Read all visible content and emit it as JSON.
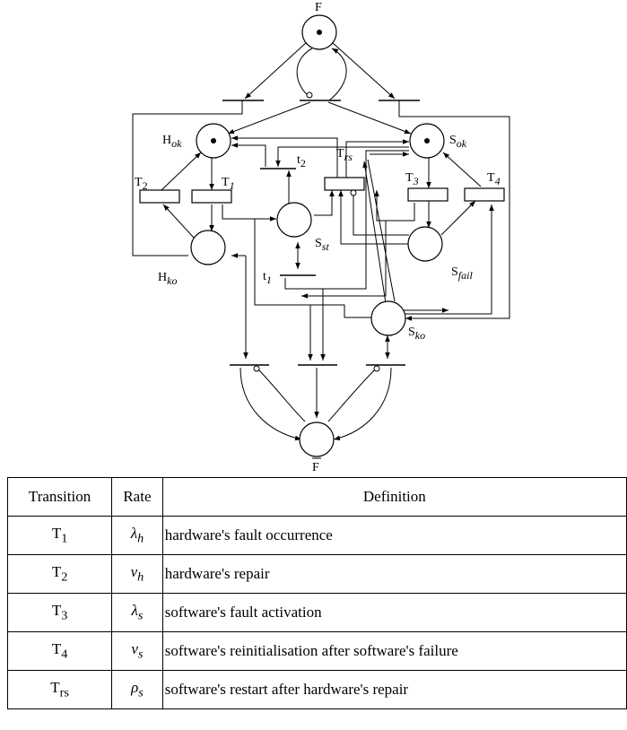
{
  "diagram": {
    "places": {
      "f": "F",
      "f_bar": "F",
      "h_ok": {
        "main": "H",
        "sub": "ok"
      },
      "h_ko": {
        "main": "H",
        "sub": "ko"
      },
      "s_ok": {
        "main": "S",
        "sub": "ok"
      },
      "s_ko": {
        "main": "S",
        "sub": "ko"
      },
      "s_st": {
        "main": "S",
        "sub": "st"
      },
      "s_fail": {
        "main": "S",
        "sub": "fail"
      }
    },
    "transitions": {
      "t1": {
        "main": "T",
        "sub": "1"
      },
      "t2": {
        "main": "T",
        "sub": "2"
      },
      "t3": {
        "main": "T",
        "sub": "3"
      },
      "t4": {
        "main": "T",
        "sub": "4"
      },
      "trs": {
        "main": "T",
        "sub": "rs"
      },
      "tt1": {
        "main": "t",
        "sub": "1"
      },
      "tt2": {
        "main": "t",
        "sub": "2"
      }
    }
  },
  "table": {
    "headers": [
      "Transition",
      "Rate",
      "Definition"
    ],
    "rows": [
      {
        "transition": "T",
        "transition_sub": "1",
        "rate": "λ",
        "rate_sub": "h",
        "definition": "hardware's fault occurrence"
      },
      {
        "transition": "T",
        "transition_sub": "2",
        "rate": "ν",
        "rate_sub": "h",
        "definition": "hardware's repair"
      },
      {
        "transition": "T",
        "transition_sub": "3",
        "rate": "λ",
        "rate_sub": "s",
        "definition": "software's fault activation"
      },
      {
        "transition": "T",
        "transition_sub": "4",
        "rate": "ν",
        "rate_sub": "s",
        "definition": "software's reinitialisation after software's failure"
      },
      {
        "transition": "T",
        "transition_sub": "rs",
        "rate": "ρ",
        "rate_sub": "s",
        "definition": "software's restart after hardware's repair"
      }
    ]
  }
}
